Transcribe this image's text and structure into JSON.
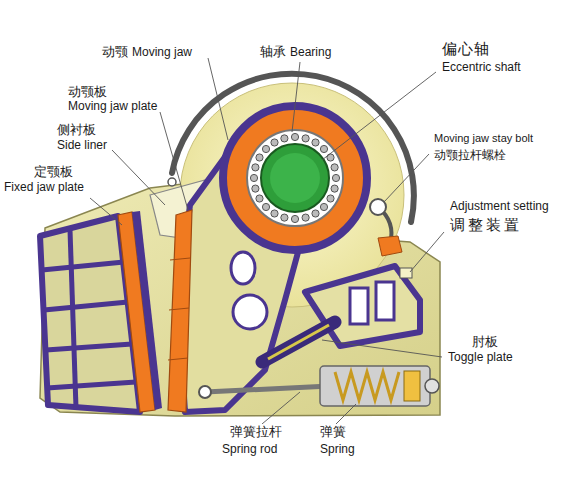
{
  "diagram": {
    "labels": [
      "动颚",
      "Moving jaw",
      "轴承",
      "Bearing",
      "偏心轴",
      "Eccentric shaft",
      "动颚板",
      "Moving jaw plate",
      "Moving jaw stay bolt",
      "动颚拉杆螺栓",
      "侧衬板",
      "Side liner",
      "定颚板",
      "Fixed jaw plate",
      "Adjustment setting",
      "调整装置",
      "肘板",
      "Toggle plate",
      "弹簧拉杆",
      "弹簧",
      "Spring rod",
      "Spring"
    ]
  }
}
